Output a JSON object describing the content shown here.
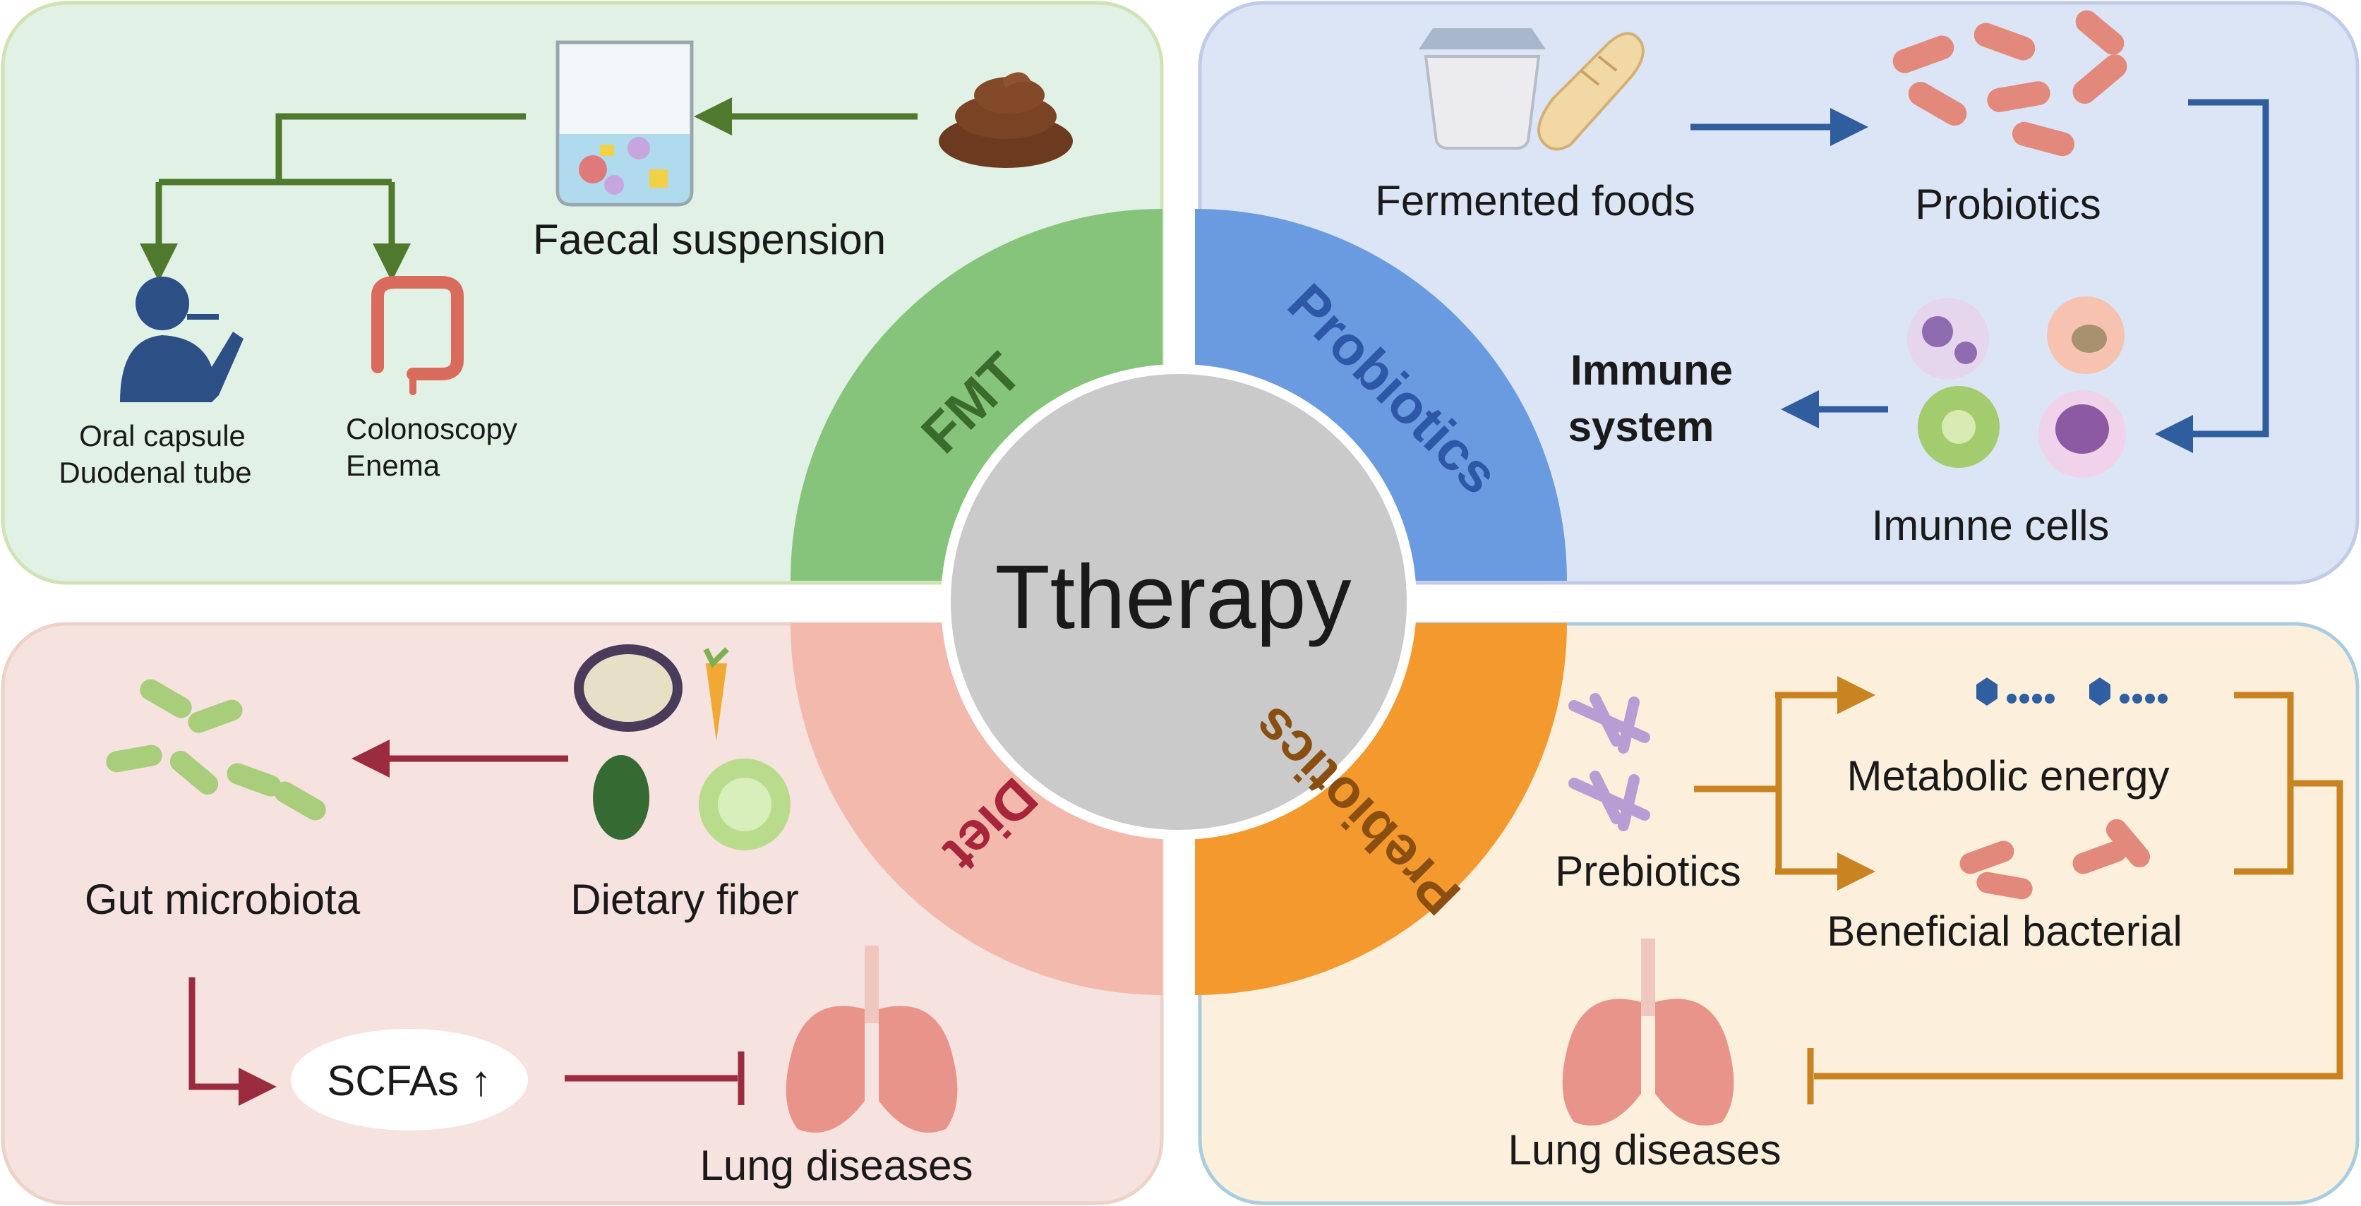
{
  "center_title": "Ttherapy",
  "quadrants": {
    "fmt": {
      "label": "FMT",
      "color": "#86c47c",
      "panel_color": "#e2f1e6",
      "faecal_suspension": "Faecal suspension",
      "route_left_line1": "Oral capsule",
      "route_left_line2": "Duodenal tube",
      "route_right_line1": "Colonoscopy",
      "route_right_line2": "Enema"
    },
    "probiotics": {
      "label": "Probiotics",
      "color": "#6a9be0",
      "panel_color": "#dbe5f6",
      "fermented_foods": "Fermented foods",
      "probiotics": "Probiotics",
      "immune_system_line1": "Immune",
      "immune_system_line2": "system",
      "immune_cells": "Imunne cells"
    },
    "diet": {
      "label": "Diet",
      "color": "#f3b9ad",
      "panel_color": "#f6e2df",
      "gut_microbiota": "Gut microbiota",
      "dietary_fiber": "Dietary fiber",
      "scfas": "SCFAs ↑",
      "lung_diseases": "Lung diseases"
    },
    "prebiotics": {
      "label": "Prebiotics",
      "color": "#f4992e",
      "panel_color": "#fcefdc",
      "prebiotics": "Prebiotics",
      "metabolic_energy": "Metabolic energy",
      "beneficial_bacterial": "Beneficial bacterial",
      "lung_diseases": "Lung diseases"
    }
  },
  "arrow_colors": {
    "fmt": "#4f7a2e",
    "probiotics": "#2f5d9e",
    "diet": "#9b2c3f",
    "prebiotics": "#c98321"
  }
}
